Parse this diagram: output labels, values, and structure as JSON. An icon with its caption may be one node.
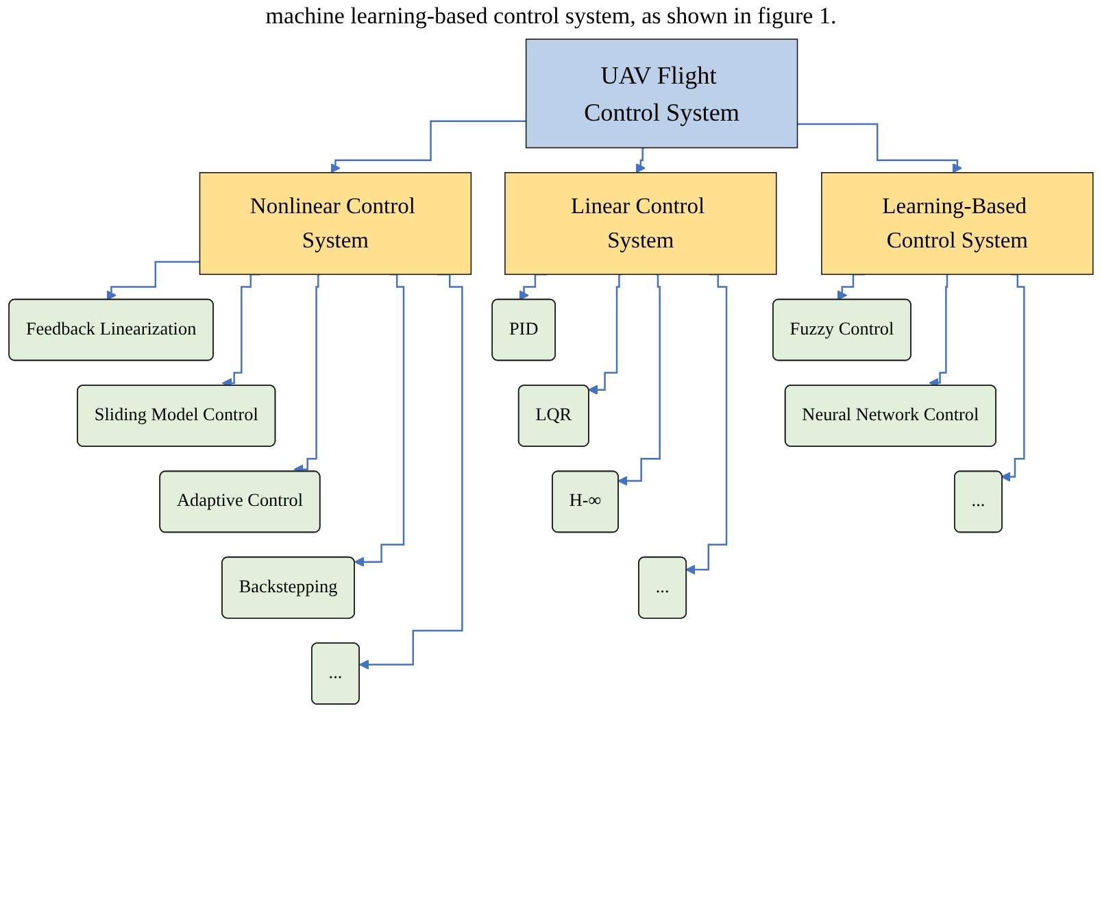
{
  "diagram": {
    "nodes": [
      {
        "text": [
          "UAV Flight Control System"
        ]
      },
      {
        "text": [
          "Nonlinear Control System"
        ]
      },
      {
        "text": [
          "Linear Control System"
        ]
      },
      {
        "text": [
          "Learning-Based Control System"
        ]
      },
      {
        "text": [
          "Feedback Linearization"
        ]
      },
      {
        "text": [
          "Sliding Model Control"
        ]
      },
      {
        "text": [
          "Adaptive Control"
        ]
      },
      {
        "text": [
          "Backstepping"
        ]
      },
      {
        "text": [
          "..."
        ]
      },
      {
        "text": [
          "PID"
        ]
      },
      {
        "text": [
          "LQR"
        ]
      },
      {
        "text": [
          "H-∞"
        ]
      },
      {
        "text": [
          "..."
        ]
      },
      {
        "text": [
          "Fuzzy Control"
        ]
      },
      {
        "text": [
          "Neural Network Control"
        ]
      },
      {
        "text": [
          "..."
        ]
      }
    ],
    "edges": [
      {
        "from": 0,
        "to": 1,
        "arrow": "to"
      },
      {
        "from": 0,
        "to": 2,
        "arrow": "to"
      },
      {
        "from": 0,
        "to": 3,
        "arrow": "to"
      },
      {
        "from": 1,
        "to": 4,
        "arrow": "to"
      },
      {
        "from": 1,
        "to": 5,
        "arrow": "to"
      },
      {
        "from": 1,
        "to": 6,
        "arrow": "to"
      },
      {
        "from": 1,
        "to": 7,
        "arrow": "to"
      },
      {
        "from": 1,
        "to": 8,
        "arrow": "to"
      },
      {
        "from": 2,
        "to": 9,
        "arrow": "to"
      },
      {
        "from": 2,
        "to": 10,
        "arrow": "to"
      },
      {
        "from": 2,
        "to": 11,
        "arrow": "to"
      },
      {
        "from": 2,
        "to": 12,
        "arrow": "to"
      },
      {
        "from": 3,
        "to": 13,
        "arrow": "to"
      },
      {
        "from": 3,
        "to": 14,
        "arrow": "to"
      },
      {
        "from": 3,
        "to": 15,
        "arrow": "to"
      }
    ],
    "labels": [
      "machine learning-based control system, as shown in figure 1."
    ]
  }
}
